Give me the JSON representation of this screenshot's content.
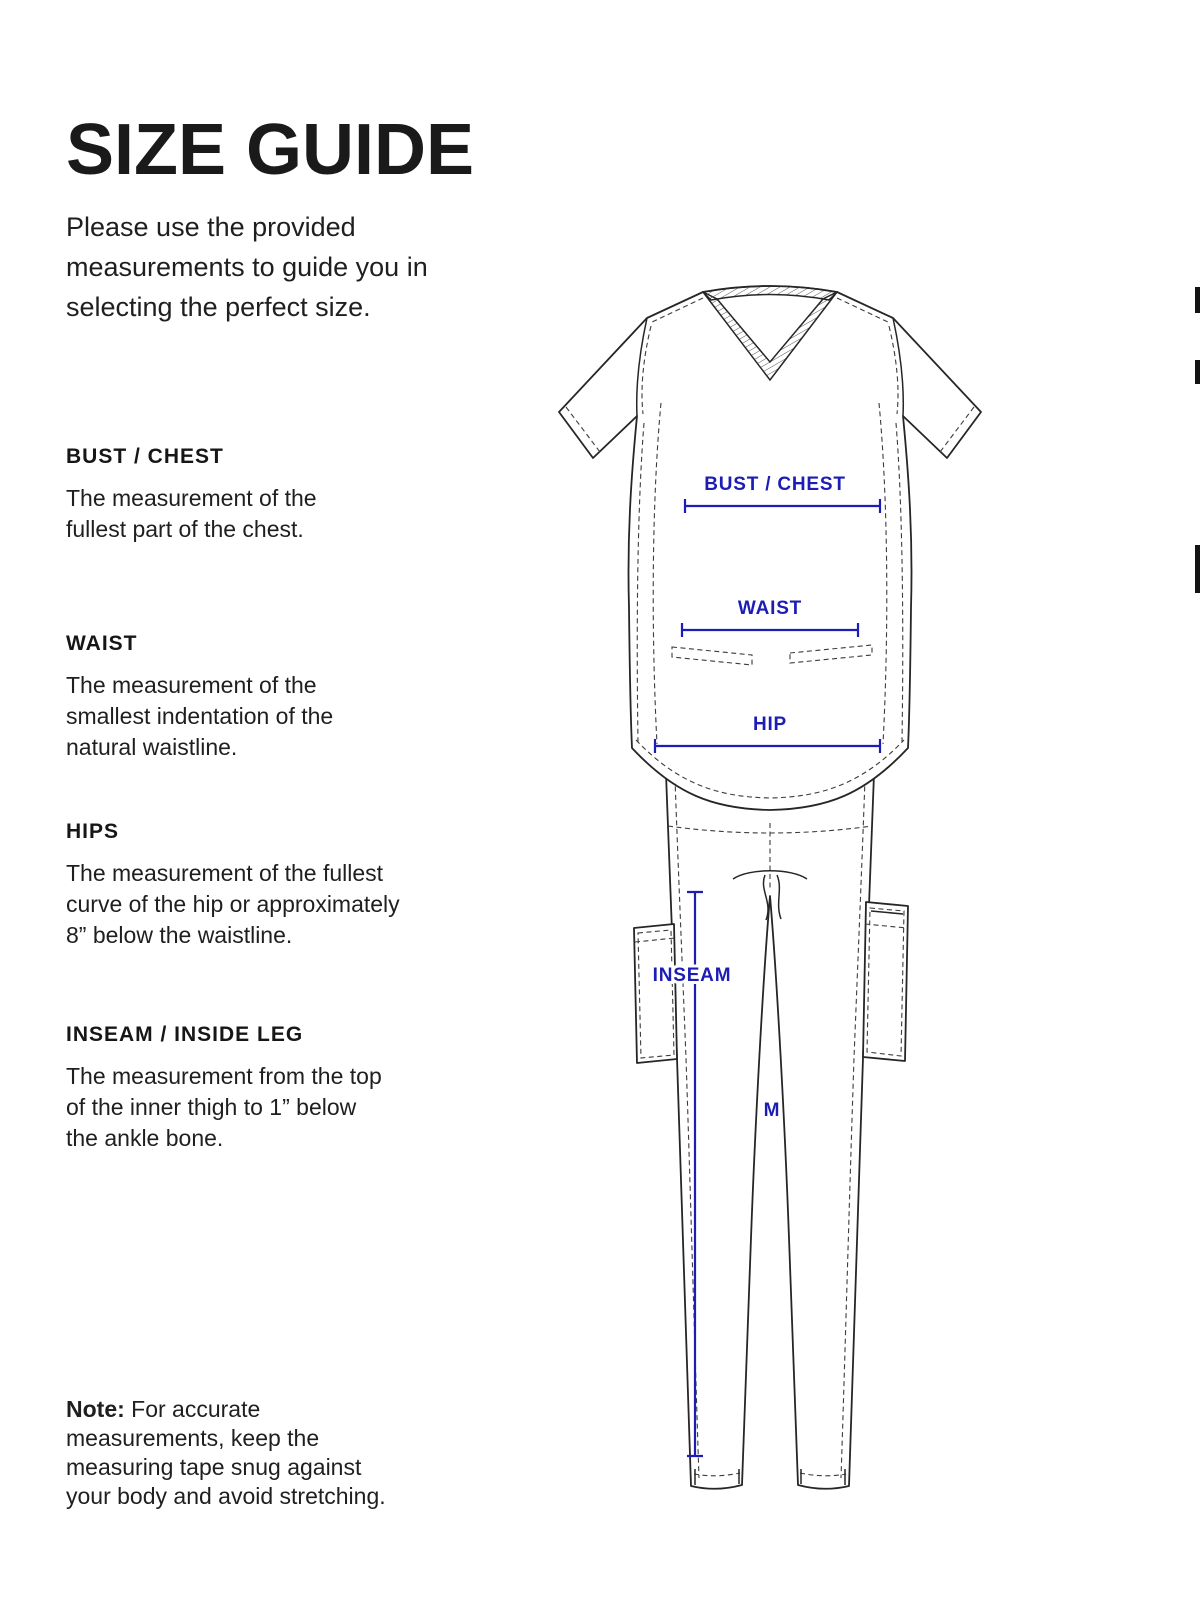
{
  "page": {
    "title": "SIZE GUIDE",
    "intro": "Please use the provided\nmeasurements to guide you in\nselecting the perfect size."
  },
  "sections": [
    {
      "heading": "BUST / CHEST",
      "body": "The measurement of the\nfullest part of the chest."
    },
    {
      "heading": "WAIST",
      "body": "The measurement of the\nsmallest indentation of the\nnatural waistline."
    },
    {
      "heading": "HIPS",
      "body": "The measurement of the fullest\ncurve of the hip or approximately\n8” below the waistline."
    },
    {
      "heading": "INSEAM / INSIDE LEG",
      "body": "The measurement from the top\nof the inner thigh to 1” below\nthe ankle bone."
    }
  ],
  "note": {
    "label": "Note:",
    "body": "For accurate\nmeasurements, keep the\nmeasuring tape snug against\nyour body and avoid stretching."
  },
  "diagram": {
    "labels": {
      "bust": "BUST / CHEST",
      "waist": "WAIST",
      "hip": "HIP",
      "inseam": "INSEAM",
      "size": "M"
    },
    "accent_color": "#1d1db5",
    "outline_color": "#262626",
    "stitch_color": "#3c3c3c"
  }
}
